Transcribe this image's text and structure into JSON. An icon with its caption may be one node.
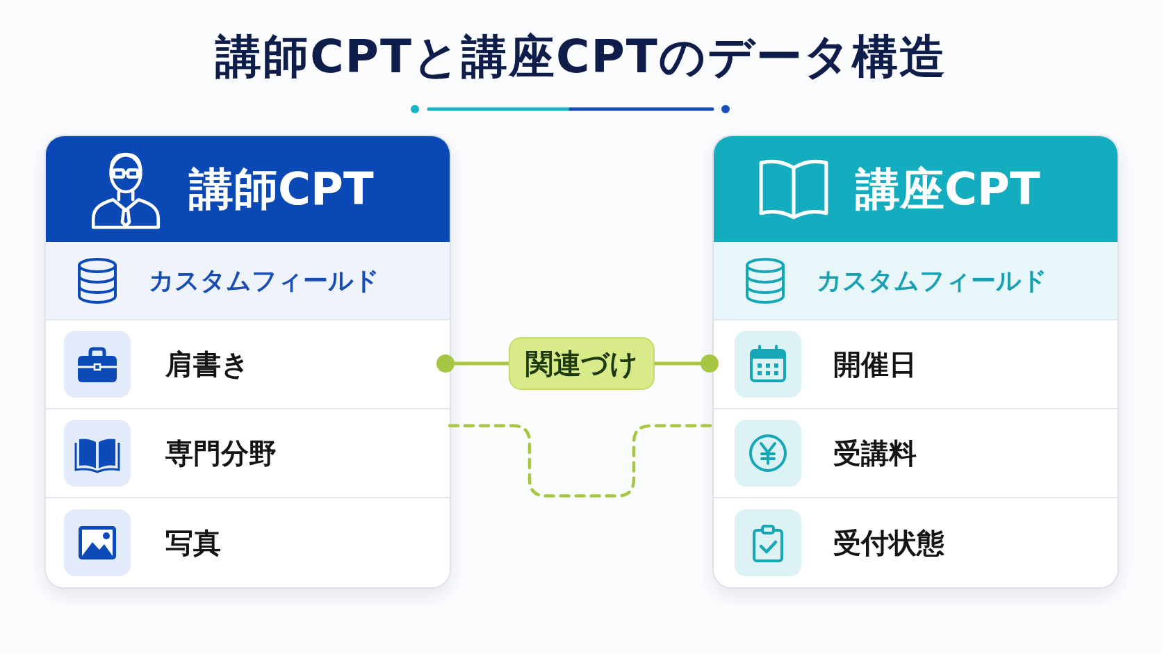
{
  "diagram": {
    "title": "講師CPTと講座CPTのデータ構造",
    "nodes": [
      {
        "text": [
          "講師CPT"
        ]
      },
      {
        "text": [
          "カスタムフィールド"
        ],
        "in": 0
      },
      {
        "text": [
          "肩書き"
        ],
        "in": 0
      },
      {
        "text": [
          "専門分野"
        ],
        "in": 0
      },
      {
        "text": [
          "写真"
        ],
        "in": 0
      },
      {
        "text": [
          "講座CPT"
        ]
      },
      {
        "text": [
          "カスタムフィールド"
        ],
        "in": 5
      },
      {
        "text": [
          "開催日"
        ],
        "in": 5
      },
      {
        "text": [
          "受講料"
        ],
        "in": 5
      },
      {
        "text": [
          "受付状態"
        ],
        "in": 5
      }
    ],
    "edges": [
      {
        "from": 2,
        "to": 7,
        "arrow": "other",
        "label": "関連づけ"
      },
      {
        "from": 3,
        "to": 8,
        "arrow": "none",
        "style": "dashed"
      }
    ]
  }
}
